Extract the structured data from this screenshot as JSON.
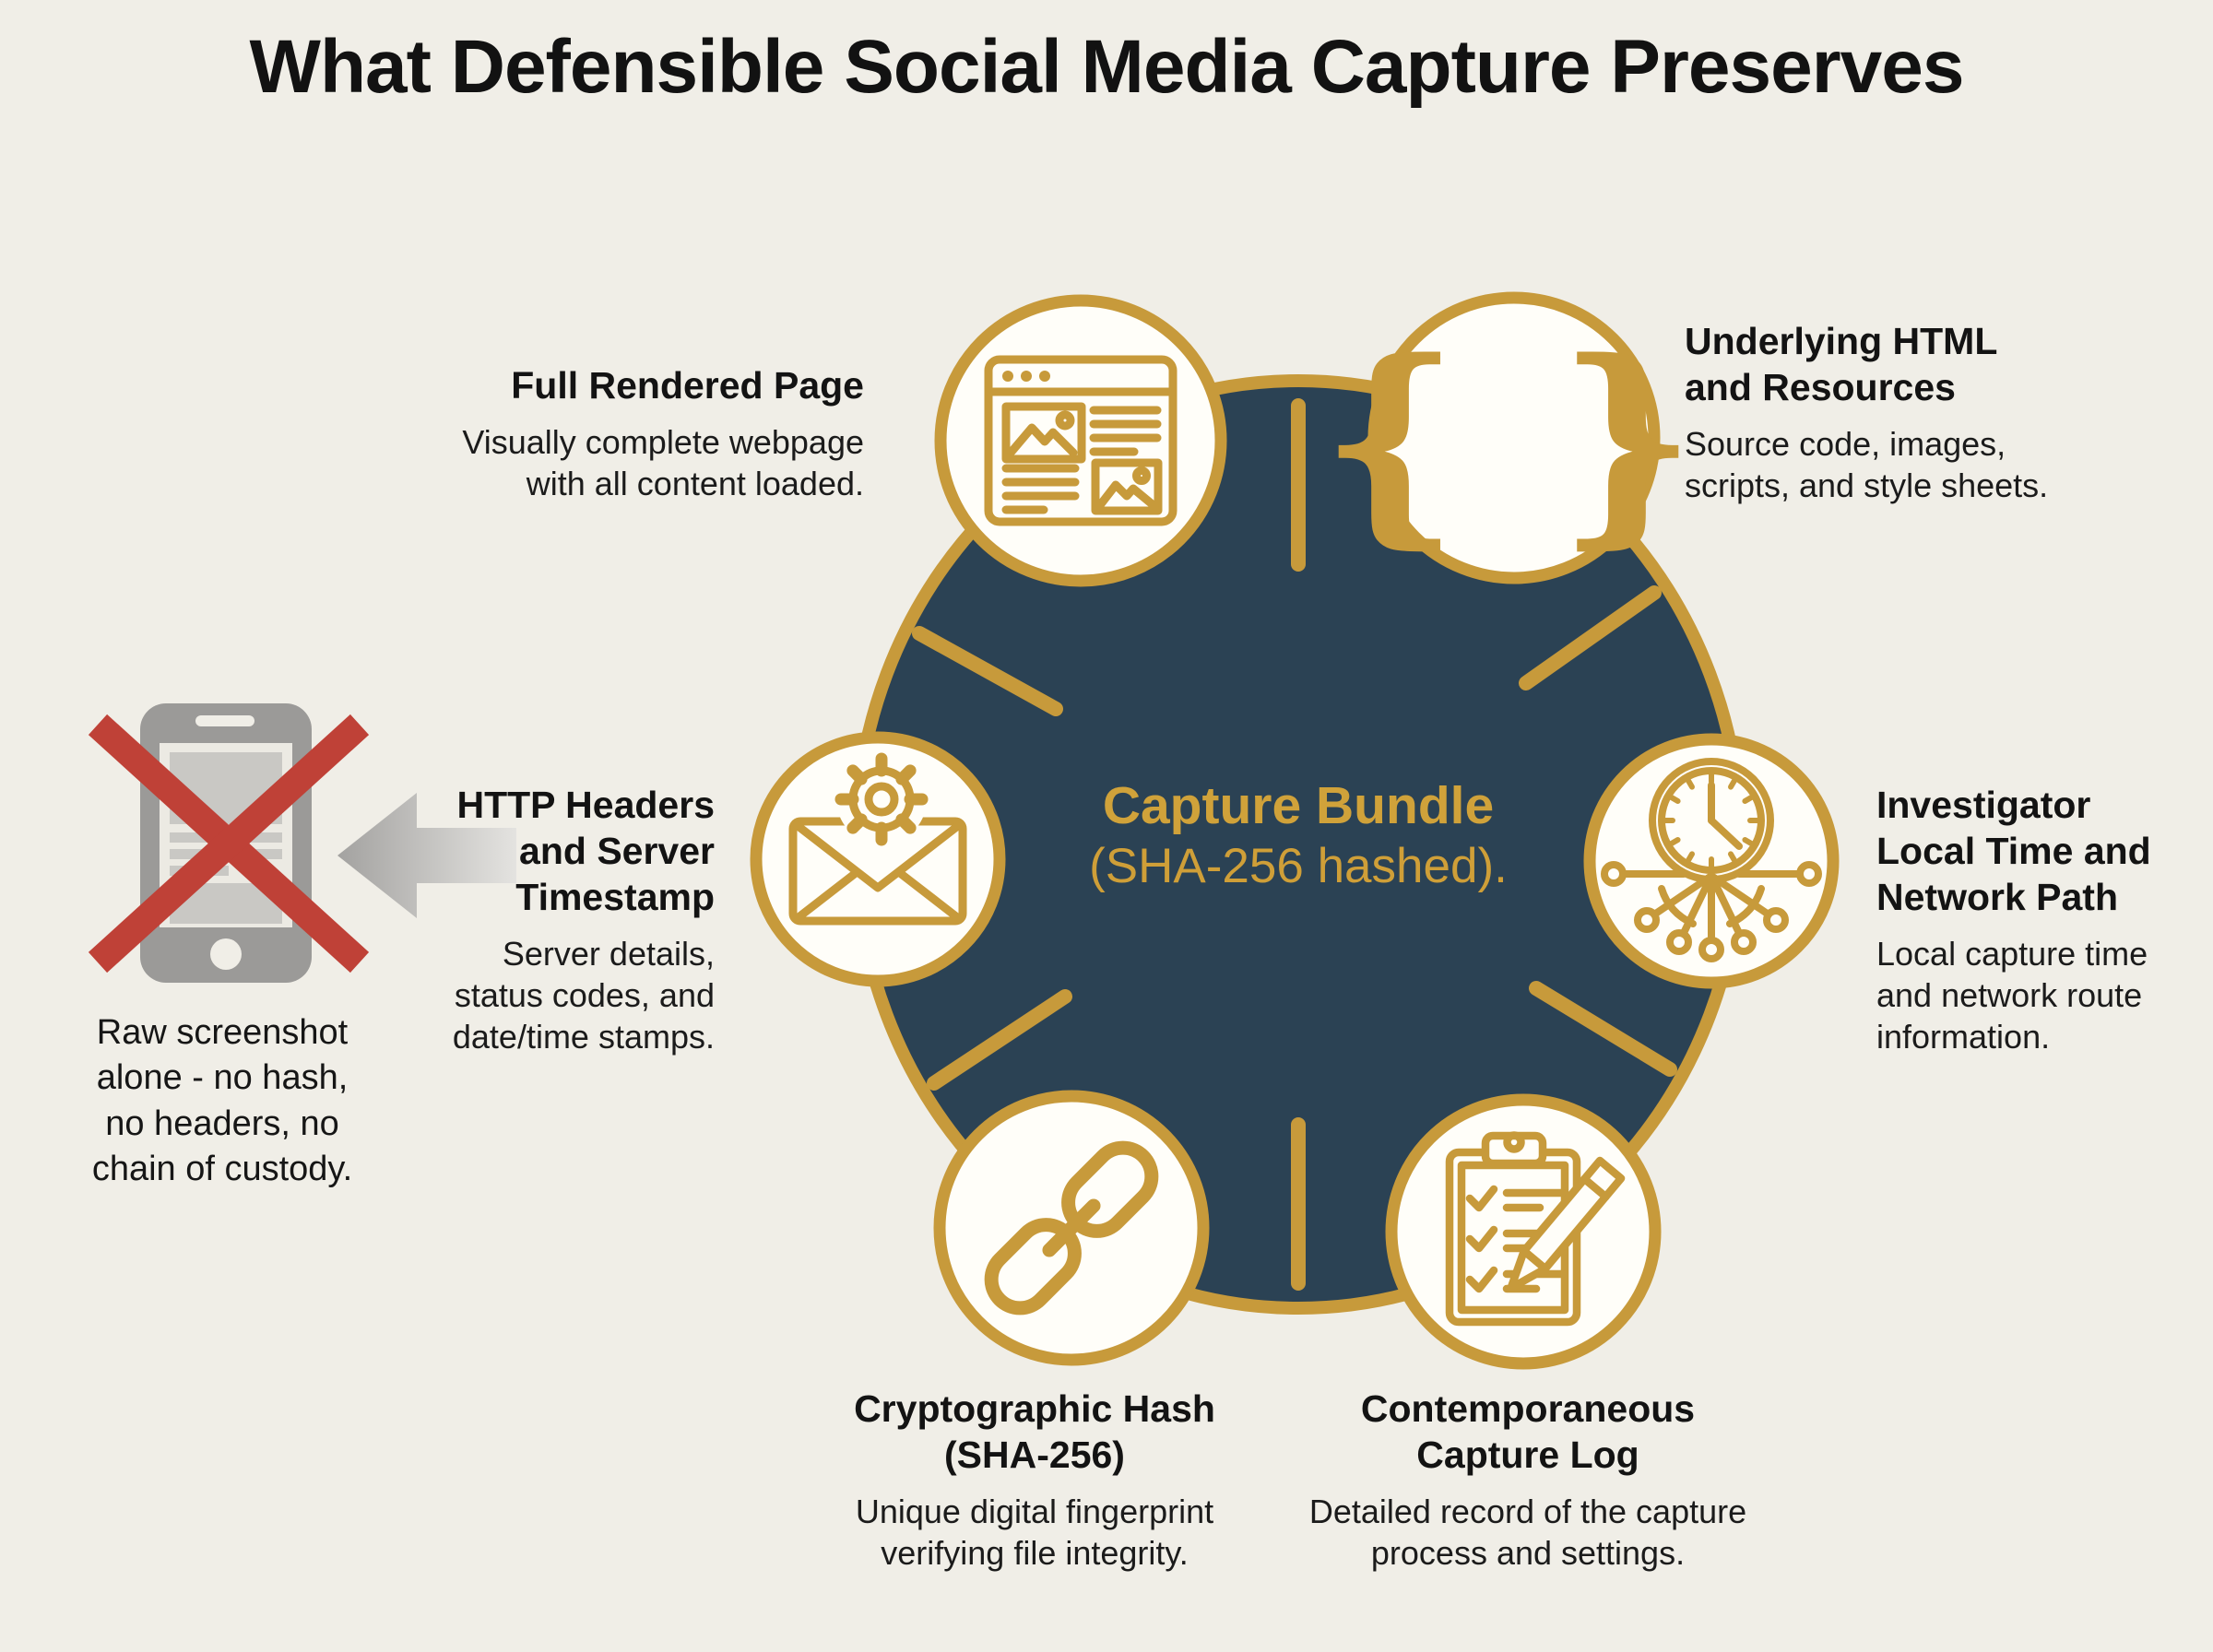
{
  "title": "What Defensible Social Media Capture Preserves",
  "center": {
    "title": "Capture Bundle",
    "subtitle": "(SHA-256 hashed)."
  },
  "nodes": [
    {
      "id": "full-rendered-page",
      "icon": "browser-page-icon",
      "title": "Full Rendered Page",
      "description": "Visually complete webpage\nwith all content loaded."
    },
    {
      "id": "underlying-html",
      "icon": "code-braces-icon",
      "glyph": "{ }",
      "title": "Underlying HTML\nand Resources",
      "description": "Source code, images,\nscripts, and style sheets."
    },
    {
      "id": "http-headers",
      "icon": "envelope-gear-icon",
      "title": "HTTP Headers\nand Server\nTimestamp",
      "description": "Server details,\nstatus codes, and\ndate/time stamps."
    },
    {
      "id": "investigator-time",
      "icon": "clock-network-icon",
      "title": "Investigator\nLocal Time and\nNetwork Path",
      "description": "Local capture time\nand network route\ninformation."
    },
    {
      "id": "cryptographic-hash",
      "icon": "chain-link-icon",
      "title": "Cryptographic Hash\n(SHA-256)",
      "description": "Unique digital fingerprint\nverifying file integrity."
    },
    {
      "id": "capture-log",
      "icon": "clipboard-checklist-icon",
      "title": "Contemporaneous\nCapture Log",
      "description": "Detailed record of the capture\nprocess and settings."
    }
  ],
  "exclusion": {
    "icon": "crossed-phone-icon",
    "note": "Raw screenshot\nalone - no hash,\nno headers, no\nchain of custody."
  },
  "colors": {
    "background": "#f0eee7",
    "navy": "#2b4254",
    "gold": "#c79a3b",
    "gold_text": "#d0a23a",
    "red": "#bf4137",
    "gray": "#9b9a98"
  }
}
